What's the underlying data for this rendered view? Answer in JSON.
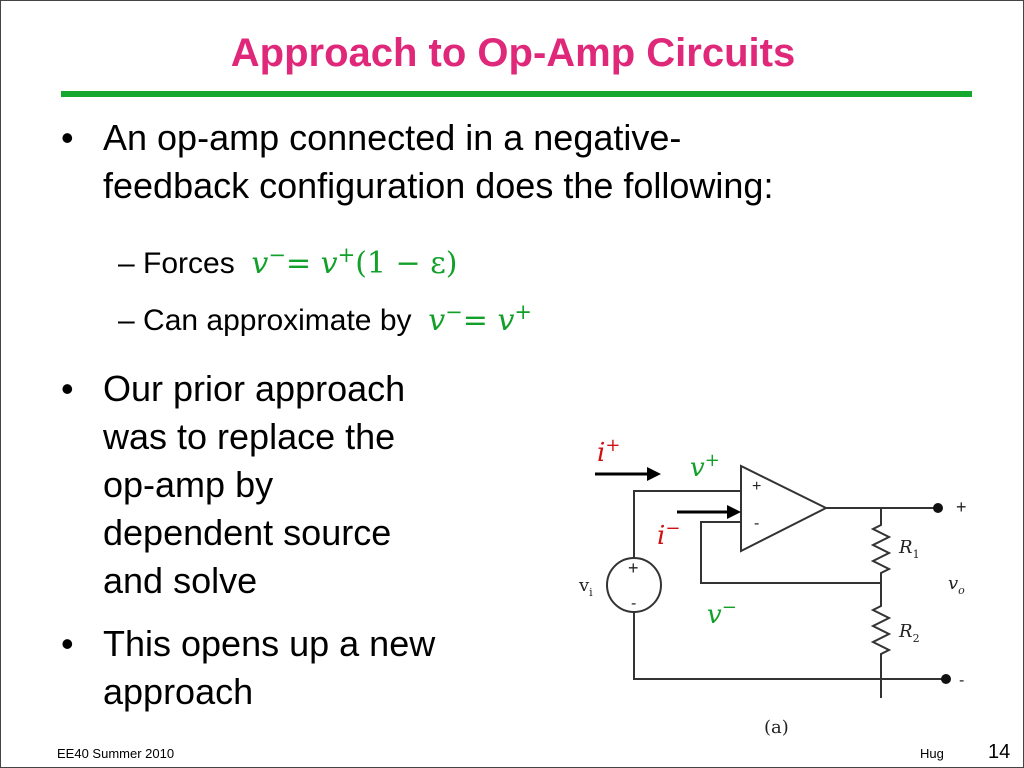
{
  "slide": {
    "title": "Approach to Op-Amp Circuits",
    "bullet1": {
      "line1": "An op-amp connected in a negative-",
      "line2": "feedback configuration does the following:"
    },
    "sub1": {
      "label": "Forces",
      "lhs": "v",
      "lhs_sup": "−",
      "eq": "=",
      "rhs": "v",
      "rhs_sup": "+",
      "factor": "(1 − ε)"
    },
    "sub2": {
      "label": "Can approximate by",
      "lhs": "v",
      "lhs_sup": "−",
      "eq": "=",
      "rhs": "v",
      "rhs_sup": "+"
    },
    "bullet2": {
      "lines": [
        "Our prior approach",
        "was to replace the",
        "op-amp by",
        "dependent source",
        "and solve"
      ]
    },
    "bullet3": {
      "lines": [
        "This opens up a new",
        "approach"
      ]
    },
    "bullet_symbol": "•",
    "dash_symbol": "–"
  },
  "circuit": {
    "i_plus": {
      "base": "i",
      "sup": "+"
    },
    "i_minus": {
      "base": "i",
      "sup": "−"
    },
    "v_plus": {
      "base": "v",
      "sup": "+"
    },
    "v_minus": {
      "base": "v",
      "sup": "−"
    },
    "opamp_plus": "+",
    "opamp_minus": "-",
    "source_plus": "+",
    "source_minus": "-",
    "vi": {
      "base": "v",
      "sub": "i"
    },
    "R1": {
      "base": "R",
      "sub": "1"
    },
    "R2": {
      "base": "R",
      "sub": "2"
    },
    "vo": {
      "base": "v",
      "sub": "o"
    },
    "out_plus": "+",
    "out_minus": "-",
    "caption": "(a)",
    "colors": {
      "annotation": "#d01010",
      "voltage": "#12a02a",
      "wire": "#333333"
    }
  },
  "footer": {
    "course": "EE40 Summer 2010",
    "author": "Hug",
    "page": "14"
  }
}
